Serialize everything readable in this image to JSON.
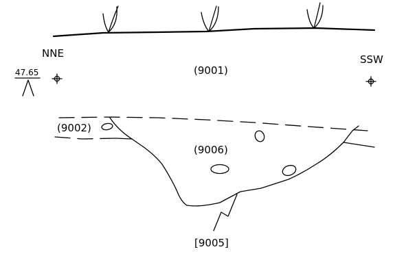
{
  "orientation": {
    "left": "NNE",
    "right": "SSW"
  },
  "datum": {
    "height": "47.65"
  },
  "contexts": {
    "topsoil": "(9001)",
    "subsoil": "(9002)",
    "fill": "(9006)",
    "cut": "[9005]"
  }
}
